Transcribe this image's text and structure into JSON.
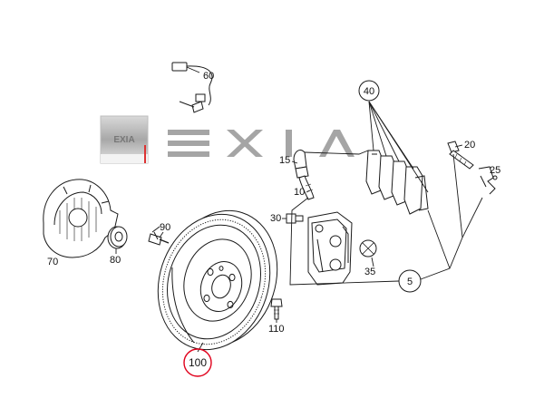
{
  "diagram": {
    "watermark": {
      "logo_text": "EXIA",
      "brand_text": "EXIA"
    },
    "callouts": [
      {
        "id": "60",
        "text": "60"
      },
      {
        "id": "40",
        "text": "40"
      },
      {
        "id": "20",
        "text": "20"
      },
      {
        "id": "25",
        "text": "25"
      },
      {
        "id": "15",
        "text": "15"
      },
      {
        "id": "10",
        "text": "10"
      },
      {
        "id": "30",
        "text": "30"
      },
      {
        "id": "35",
        "text": "35"
      },
      {
        "id": "5",
        "text": "5"
      },
      {
        "id": "90",
        "text": "90"
      },
      {
        "id": "80",
        "text": "80"
      },
      {
        "id": "70",
        "text": "70"
      },
      {
        "id": "110",
        "text": "110"
      },
      {
        "id": "100",
        "text": "100",
        "highlighted": true
      }
    ],
    "colors": {
      "line": "#1a1a1a",
      "highlight": "#e0001b",
      "watermark_gray": "#9a9a9a"
    }
  }
}
